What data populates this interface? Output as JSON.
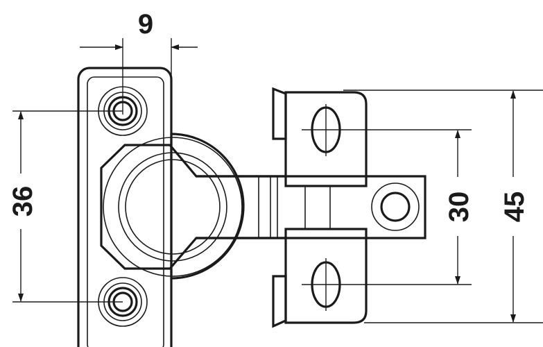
{
  "dimensions": {
    "hole_offset": "9",
    "plate_hole_spacing": "36",
    "bracket_slot_spacing": "30",
    "bracket_height": "45"
  }
}
